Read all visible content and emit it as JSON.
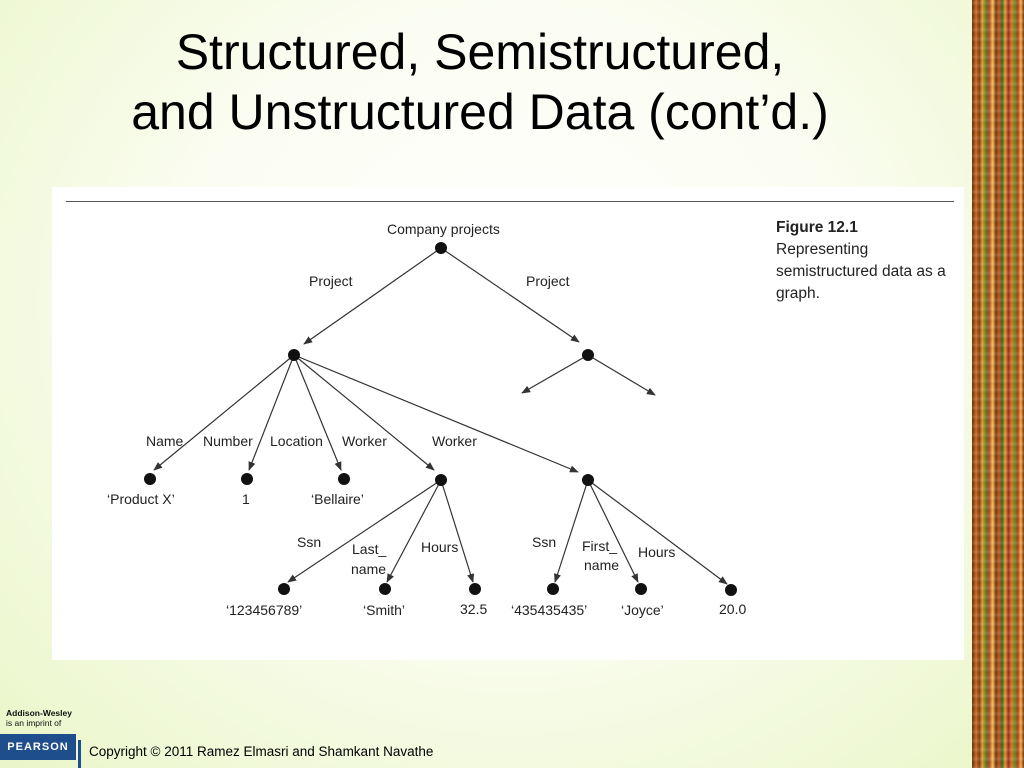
{
  "slide": {
    "title_line1": "Structured, Semistructured,",
    "title_line2": "and Unstructured Data (cont’d.)",
    "copyright": "Copyright © 2011 Ramez Elmasri and Shamkant Navathe"
  },
  "logo": {
    "publisher": "Addison-Wesley",
    "imprint": "is an imprint of",
    "parent": "PEARSON"
  },
  "figure": {
    "caption_head": "Figure 12.1",
    "caption_body": "Representing semistructured data as a graph."
  },
  "graph": {
    "root_label": "Company projects",
    "edge_labels": {
      "project_left": "Project",
      "project_right": "Project",
      "name": "Name",
      "number": "Number",
      "location": "Location",
      "worker1": "Worker",
      "worker2": "Worker",
      "ssn1": "Ssn",
      "lastname_line1": "Last_",
      "lastname_line2": "name",
      "hours1": "Hours",
      "ssn2": "Ssn",
      "firstname_line1": "First_",
      "firstname_line2": "name",
      "hours2": "Hours"
    },
    "leaf_values": {
      "product": "‘Product X’",
      "number": "1",
      "location": "‘Bellaire’",
      "ssn1": "‘123456789’",
      "lastname": "‘Smith’",
      "hours1": "32.5",
      "ssn2": "‘435435435’",
      "firstname": "‘Joyce’",
      "hours2": "20.0"
    }
  },
  "colors": {
    "node": "#111111",
    "edge": "#333333",
    "pearson_blue": "#1f4e8c"
  }
}
